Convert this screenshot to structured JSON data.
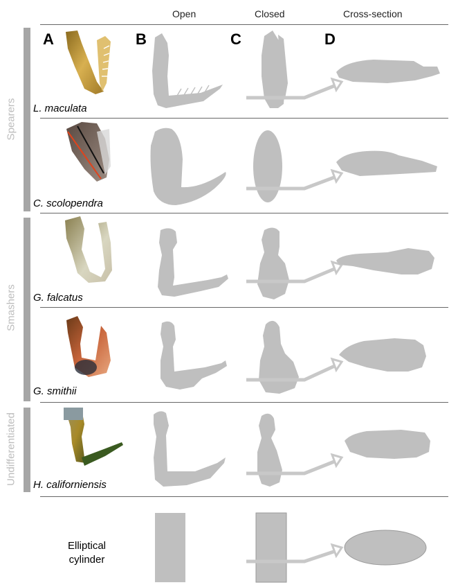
{
  "columns": {
    "open": "Open",
    "closed": "Closed",
    "cross_section": "Cross-section"
  },
  "panels": [
    "A",
    "B",
    "C",
    "D"
  ],
  "groups": [
    {
      "label": "Spearers"
    },
    {
      "label": "Smashers"
    },
    {
      "label": "Undifferentiated"
    }
  ],
  "species": [
    {
      "name": "L. maculata"
    },
    {
      "name": "C. scolopendra"
    },
    {
      "name": "G. falcatus"
    },
    {
      "name": "G. smithii"
    },
    {
      "name": "H. californiensis"
    }
  ],
  "reference": {
    "line1": "Elliptical",
    "line2": "cylinder"
  },
  "colors": {
    "silhouette": "#bfbfbf",
    "group_bar": "#a6a6a6",
    "group_label": "#bdbdbd",
    "arrow": "#c8c8c8",
    "photo_red_line": "#e0431c"
  }
}
